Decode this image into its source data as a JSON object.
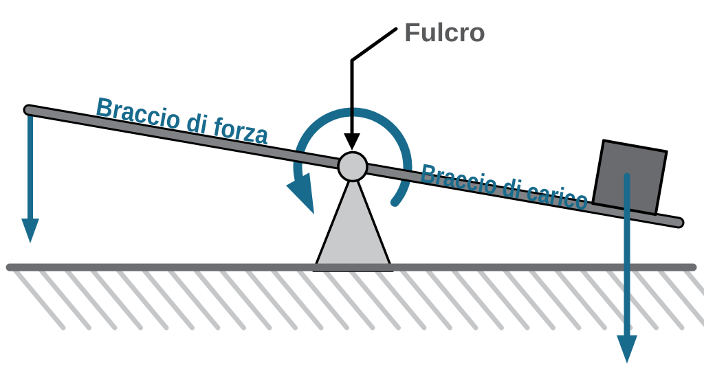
{
  "diagram": {
    "fulcrum_label": "Fulcro",
    "force_arm_label": "Braccio di forza",
    "load_arm_label": "Braccio di carico"
  },
  "colors": {
    "accent_teal": "#186B8D",
    "label_gray": "#58595B",
    "beam_gray": "#808285",
    "block_gray": "#6A6B6E",
    "support_gray": "#C9CACB",
    "ground_gray": "#6D6E71",
    "hatch_gray": "#C6C7C9",
    "outline_black": "#000000",
    "background": "#FFFFFF"
  }
}
